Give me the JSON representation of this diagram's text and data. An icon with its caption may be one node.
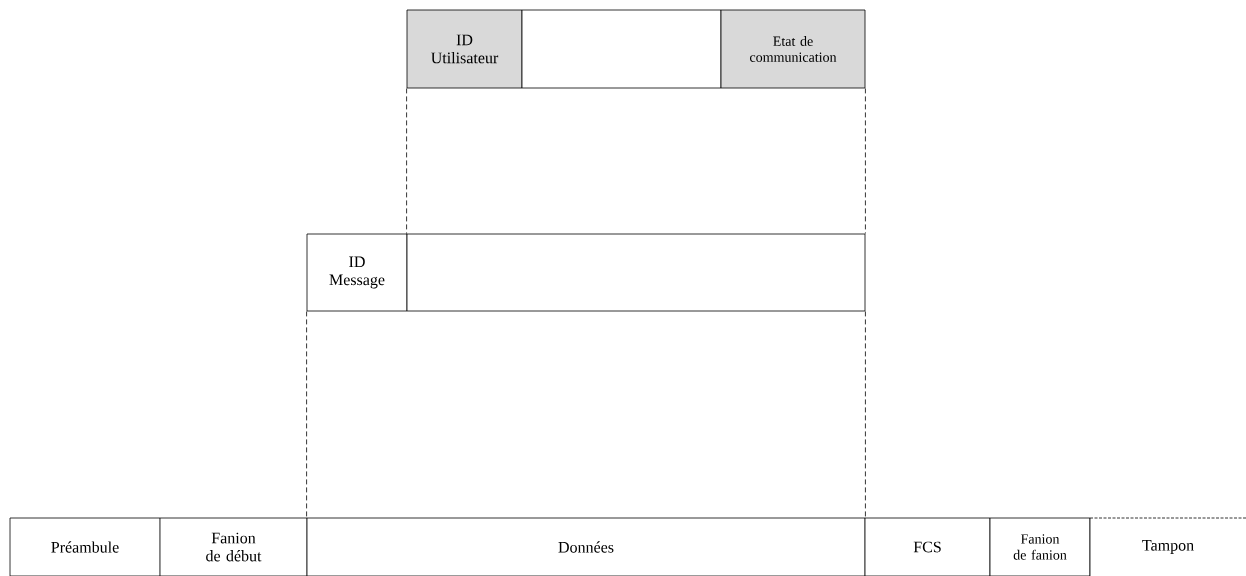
{
  "diagram": {
    "nodes": [
      {
        "text": [
          "ID Utilisateur"
        ]
      },
      {
        "text": [],
        "shape": "box"
      },
      {
        "text": [
          "Etat de communication"
        ]
      },
      {
        "text": [
          "ID Message"
        ]
      },
      {
        "text": [],
        "shape": "box"
      },
      {
        "text": [
          "Préambule"
        ]
      },
      {
        "text": [
          "Fanion de début"
        ]
      },
      {
        "text": [
          "Données"
        ]
      },
      {
        "text": [
          "FCS"
        ]
      },
      {
        "text": [
          "Fanion de fanion"
        ]
      },
      {
        "text": [
          "Tampon"
        ]
      }
    ],
    "edges": [
      {
        "from": 0,
        "to": 4,
        "arrow": "none",
        "style": "dashed"
      },
      {
        "from": 2,
        "to": 4,
        "arrow": "none",
        "style": "dashed"
      },
      {
        "from": 3,
        "to": 7,
        "arrow": "none",
        "style": "dashed"
      },
      {
        "from": 4,
        "to": 7,
        "arrow": "none",
        "style": "dashed"
      }
    ]
  }
}
